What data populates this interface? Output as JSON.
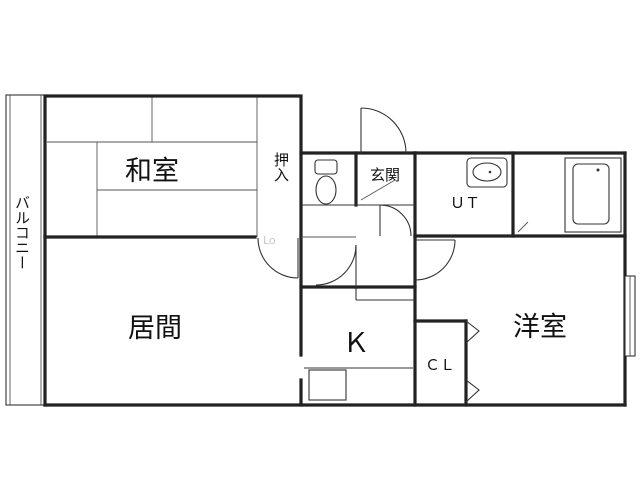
{
  "rooms": {
    "washitsu": "和室",
    "oshiire": "押入",
    "genkan": "玄関",
    "ut": "ＵＴ",
    "ima": "居間",
    "kitchen": "Ｋ",
    "youshitsu": "洋室",
    "cl": "ＣＬ",
    "balcony": "バルコニー"
  },
  "watermark": "Lo"
}
